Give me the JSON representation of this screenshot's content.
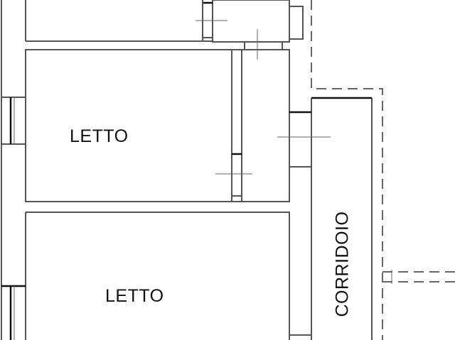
{
  "rooms": [
    {
      "label": "LETTO"
    },
    {
      "label": "LETTO"
    },
    {
      "label": "CORRIDOIO"
    }
  ]
}
